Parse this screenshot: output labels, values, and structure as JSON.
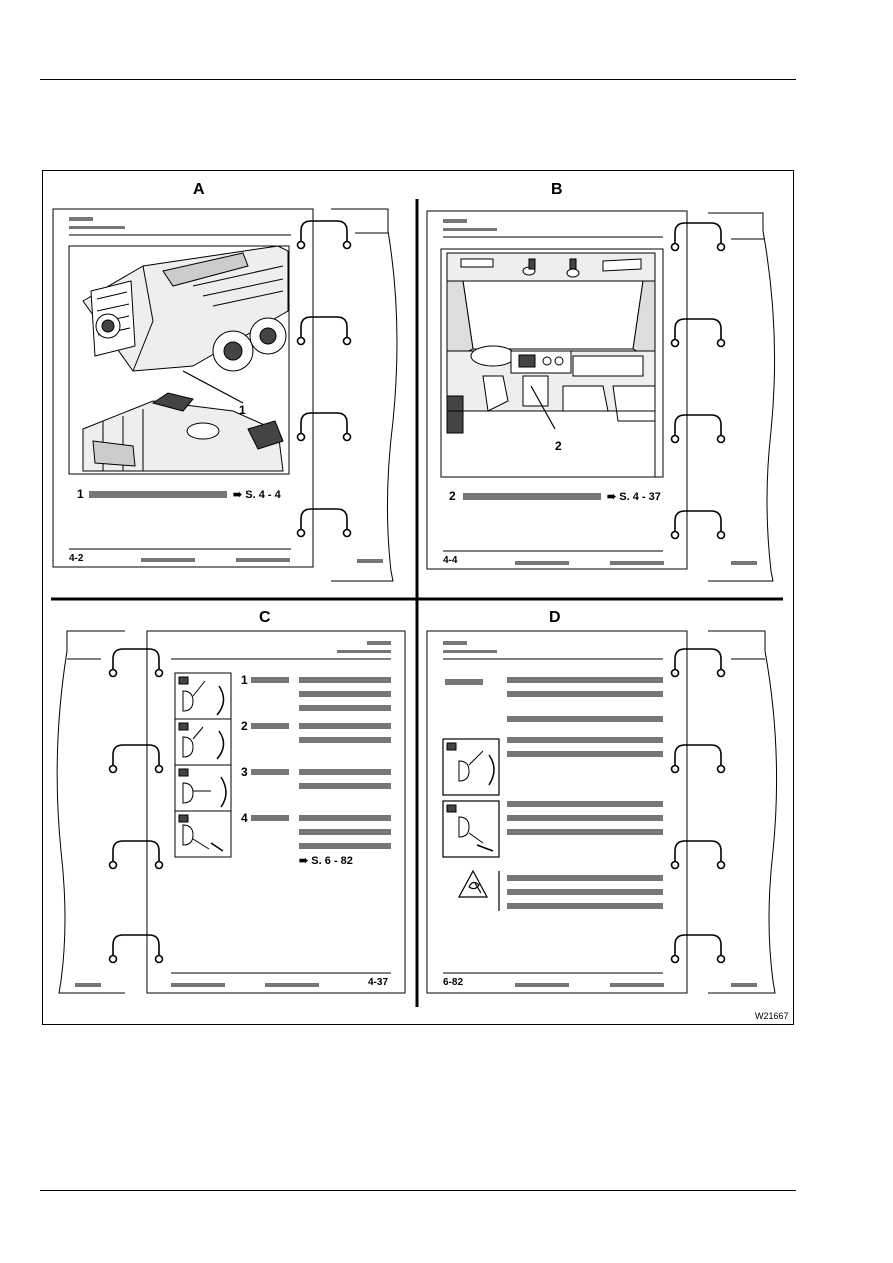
{
  "figure": {
    "code": "W21667",
    "quadrants": [
      {
        "letter": "A",
        "page_number": "4-2",
        "callout": "1",
        "step": "1",
        "reference": "➠ S. 4 - 4"
      },
      {
        "letter": "B",
        "page_number": "4-4",
        "callout": "2",
        "step": "2",
        "reference": "➠ S. 4 - 37"
      },
      {
        "letter": "C",
        "page_number": "4-37",
        "steps": [
          "1",
          "2",
          "3",
          "4"
        ],
        "reference": "➠ S.  6 - 82"
      },
      {
        "letter": "D",
        "page_number": "6-82"
      }
    ]
  },
  "colors": {
    "placeholder_bar": "#777777",
    "line": "#000000"
  },
  "icons": [
    "crane-exterior-illustration",
    "cab-interior-illustration",
    "control-lever-icon",
    "warning-triangle-icon",
    "binder-ring-icon"
  ]
}
